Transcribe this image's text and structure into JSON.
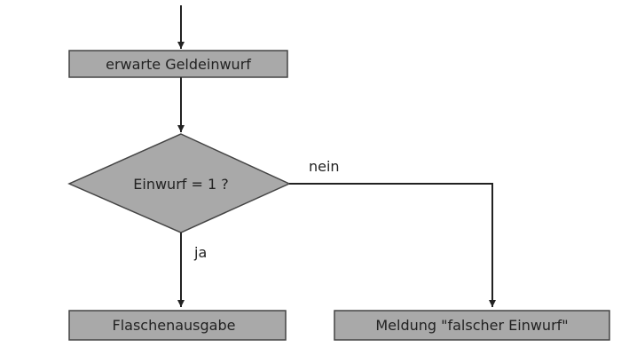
{
  "colors": {
    "node_fill": "#a9a9a9",
    "node_stroke": "#444444",
    "line": "#222222",
    "text": "#222222",
    "background": "#ffffff"
  },
  "nodes": {
    "wait_coin": {
      "label": "erwarte Geldeinwurf"
    },
    "decision": {
      "label": "Einwurf = 1 ?"
    },
    "dispense": {
      "label": "Flaschenausgabe"
    },
    "error_msg": {
      "label": "Meldung \"falscher Einwurf\""
    }
  },
  "edges": {
    "no_label": "nein",
    "yes_label": "ja"
  }
}
